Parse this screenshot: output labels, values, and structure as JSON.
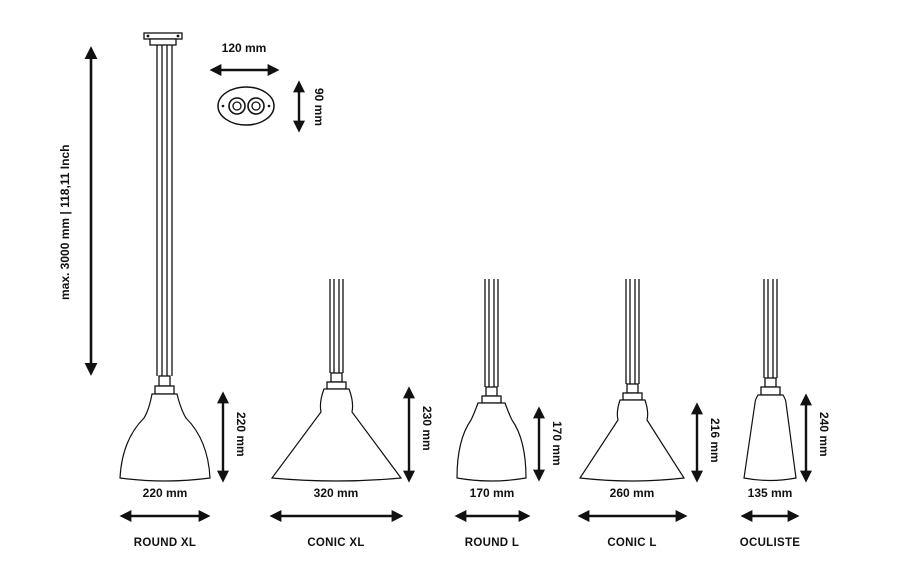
{
  "mounting": {
    "rod_length_label": "max. 3000 mm | 118,11 Inch",
    "canopy_width_label": "120 mm",
    "canopy_height_label": "90 mm"
  },
  "lamps": [
    {
      "name": "ROUND XL",
      "width_label": "220 mm",
      "height_label": "220 mm"
    },
    {
      "name": "CONIC XL",
      "width_label": "320 mm",
      "height_label": "230 mm"
    },
    {
      "name": "ROUND L",
      "width_label": "170 mm",
      "height_label": "170 mm"
    },
    {
      "name": "CONIC L",
      "width_label": "260 mm",
      "height_label": "216 mm"
    },
    {
      "name": "OCULISTE",
      "width_label": "135 mm",
      "height_label": "240 mm"
    }
  ]
}
